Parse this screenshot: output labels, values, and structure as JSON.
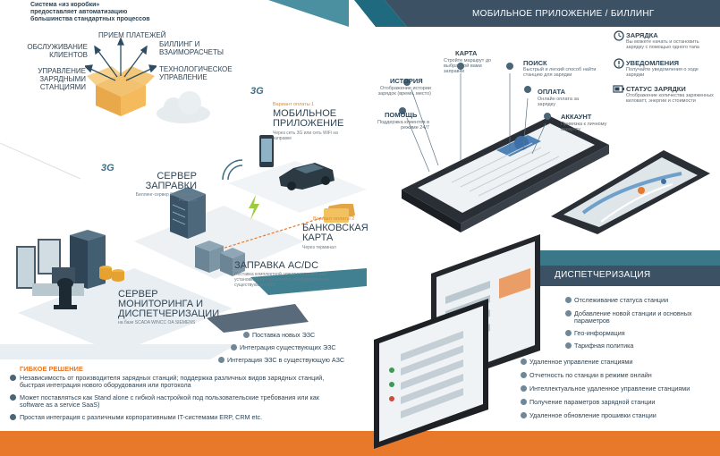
{
  "top_left": {
    "line1": "Система «из коробки»",
    "line2": "предоставляет автоматизацию",
    "line3": "большинства стандартных процессов"
  },
  "box_labels": {
    "service": "Обслуживание клиентов",
    "payments": "Прием платежей",
    "billing": "Биллинг и взаиморасчеты",
    "stations": "Управление зарядными станциями",
    "tech": "Технологическое управление"
  },
  "mobile_app_block": {
    "variant": "Вариант оплаты 1",
    "title": "Мобильное приложение",
    "desc": "Через сеть 3G или сеть WiFi на заправке"
  },
  "server": {
    "title": "Сервер заправки",
    "desc": "Биллинг-сервер База данных Postgres"
  },
  "bank_card": {
    "variant": "Вариант оплаты 2",
    "title": "Банковская карта",
    "desc": "Через терминал"
  },
  "station": {
    "title": "Заправка AC/DC",
    "desc": "Поставка комплектной электрозаправки или установка дополнительного оборудования на существующих АЗС"
  },
  "monitoring": {
    "title": "Сервер мониторинга и диспетчеризации",
    "desc": "на базе SCADA WINCC OA SIEMENS"
  },
  "integration": [
    "Поставка новых ЭЗС",
    "Интеграция существующих ЭЗС",
    "Интеграция ЭЗС в существующую АЗС"
  ],
  "flexible": {
    "title": "Гибкое решение",
    "items": [
      "Независимость от производителя зарядных станций; поддержка различных видов зарядных станций, быстрая интеграция нового оборудования или протокола",
      "Может поставляться как Stand alone с гибкой настройкой под пользовательские требования или как software as a service SaaS)",
      "Простая интеграция с различными корпоративными IT-системами ERP, CRM etc."
    ]
  },
  "mobile_section": {
    "title": "Мобильное приложение / биллинг",
    "features": {
      "map": {
        "title": "Карта",
        "desc": "Стройте маршрут до выбранной вами заправки"
      },
      "search": {
        "title": "Поиск",
        "desc": "Быстрый и легкий способ найти станцию для зарядки"
      },
      "history": {
        "title": "История",
        "desc": "Отображение истории зарядок (время, место)"
      },
      "payment": {
        "title": "Оплата",
        "desc": "Онлайн оплата за зарядку"
      },
      "help": {
        "title": "Помощь",
        "desc": "Поддержка клиентов в режиме 24/7"
      },
      "account": {
        "title": "Аккаунт",
        "desc": "Привязка к личному аккаунту"
      }
    },
    "side": [
      {
        "title": "Зарядка",
        "desc": "Вы можете начать и остановить зарядку с помощью одного тапа",
        "icon": "clock-icon"
      },
      {
        "title": "Уведомления",
        "desc": "Получайте уведомления о ходе зарядки",
        "icon": "exclamation-icon"
      },
      {
        "title": "Статус зарядки",
        "desc": "Отображение количества заряженных киловатт, энергии и стоимости",
        "icon": "battery-icon"
      }
    ]
  },
  "dispatch": {
    "title": "Диспетчеризация",
    "items": [
      "Отслеживание статуса станции",
      "Добавление новой станции и основных параметров",
      "Гео-информация",
      "Тарифная политика"
    ],
    "items2": [
      "Удаленное управление станциями",
      "Отчетность по станции в режиме онлайн",
      "Интеллектуальное удаленное управление станциями",
      "Получение параметров зарядной станции",
      "Удаленное обновление прошивки станции"
    ]
  },
  "labels_3g": [
    "3G",
    "3G"
  ],
  "colors": {
    "orange": "#e8792a",
    "teal": "#1d5a6e",
    "dark": "#35485a"
  }
}
